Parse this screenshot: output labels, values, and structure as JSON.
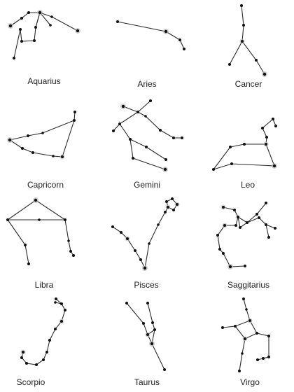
{
  "constellations": [
    {
      "name": "Aquarius"
    },
    {
      "name": "Aries"
    },
    {
      "name": "Cancer"
    },
    {
      "name": "Capricorn"
    },
    {
      "name": "Gemini"
    },
    {
      "name": "Leo"
    },
    {
      "name": "Libra"
    },
    {
      "name": "Pisces"
    },
    {
      "name": "Saggitarius"
    },
    {
      "name": "Scorpio"
    },
    {
      "name": "Taurus"
    },
    {
      "name": "Virgo"
    }
  ],
  "colors": {
    "background": "#ffffff",
    "line": "#2a2a2a",
    "star": "#111111",
    "text": "#222222"
  }
}
